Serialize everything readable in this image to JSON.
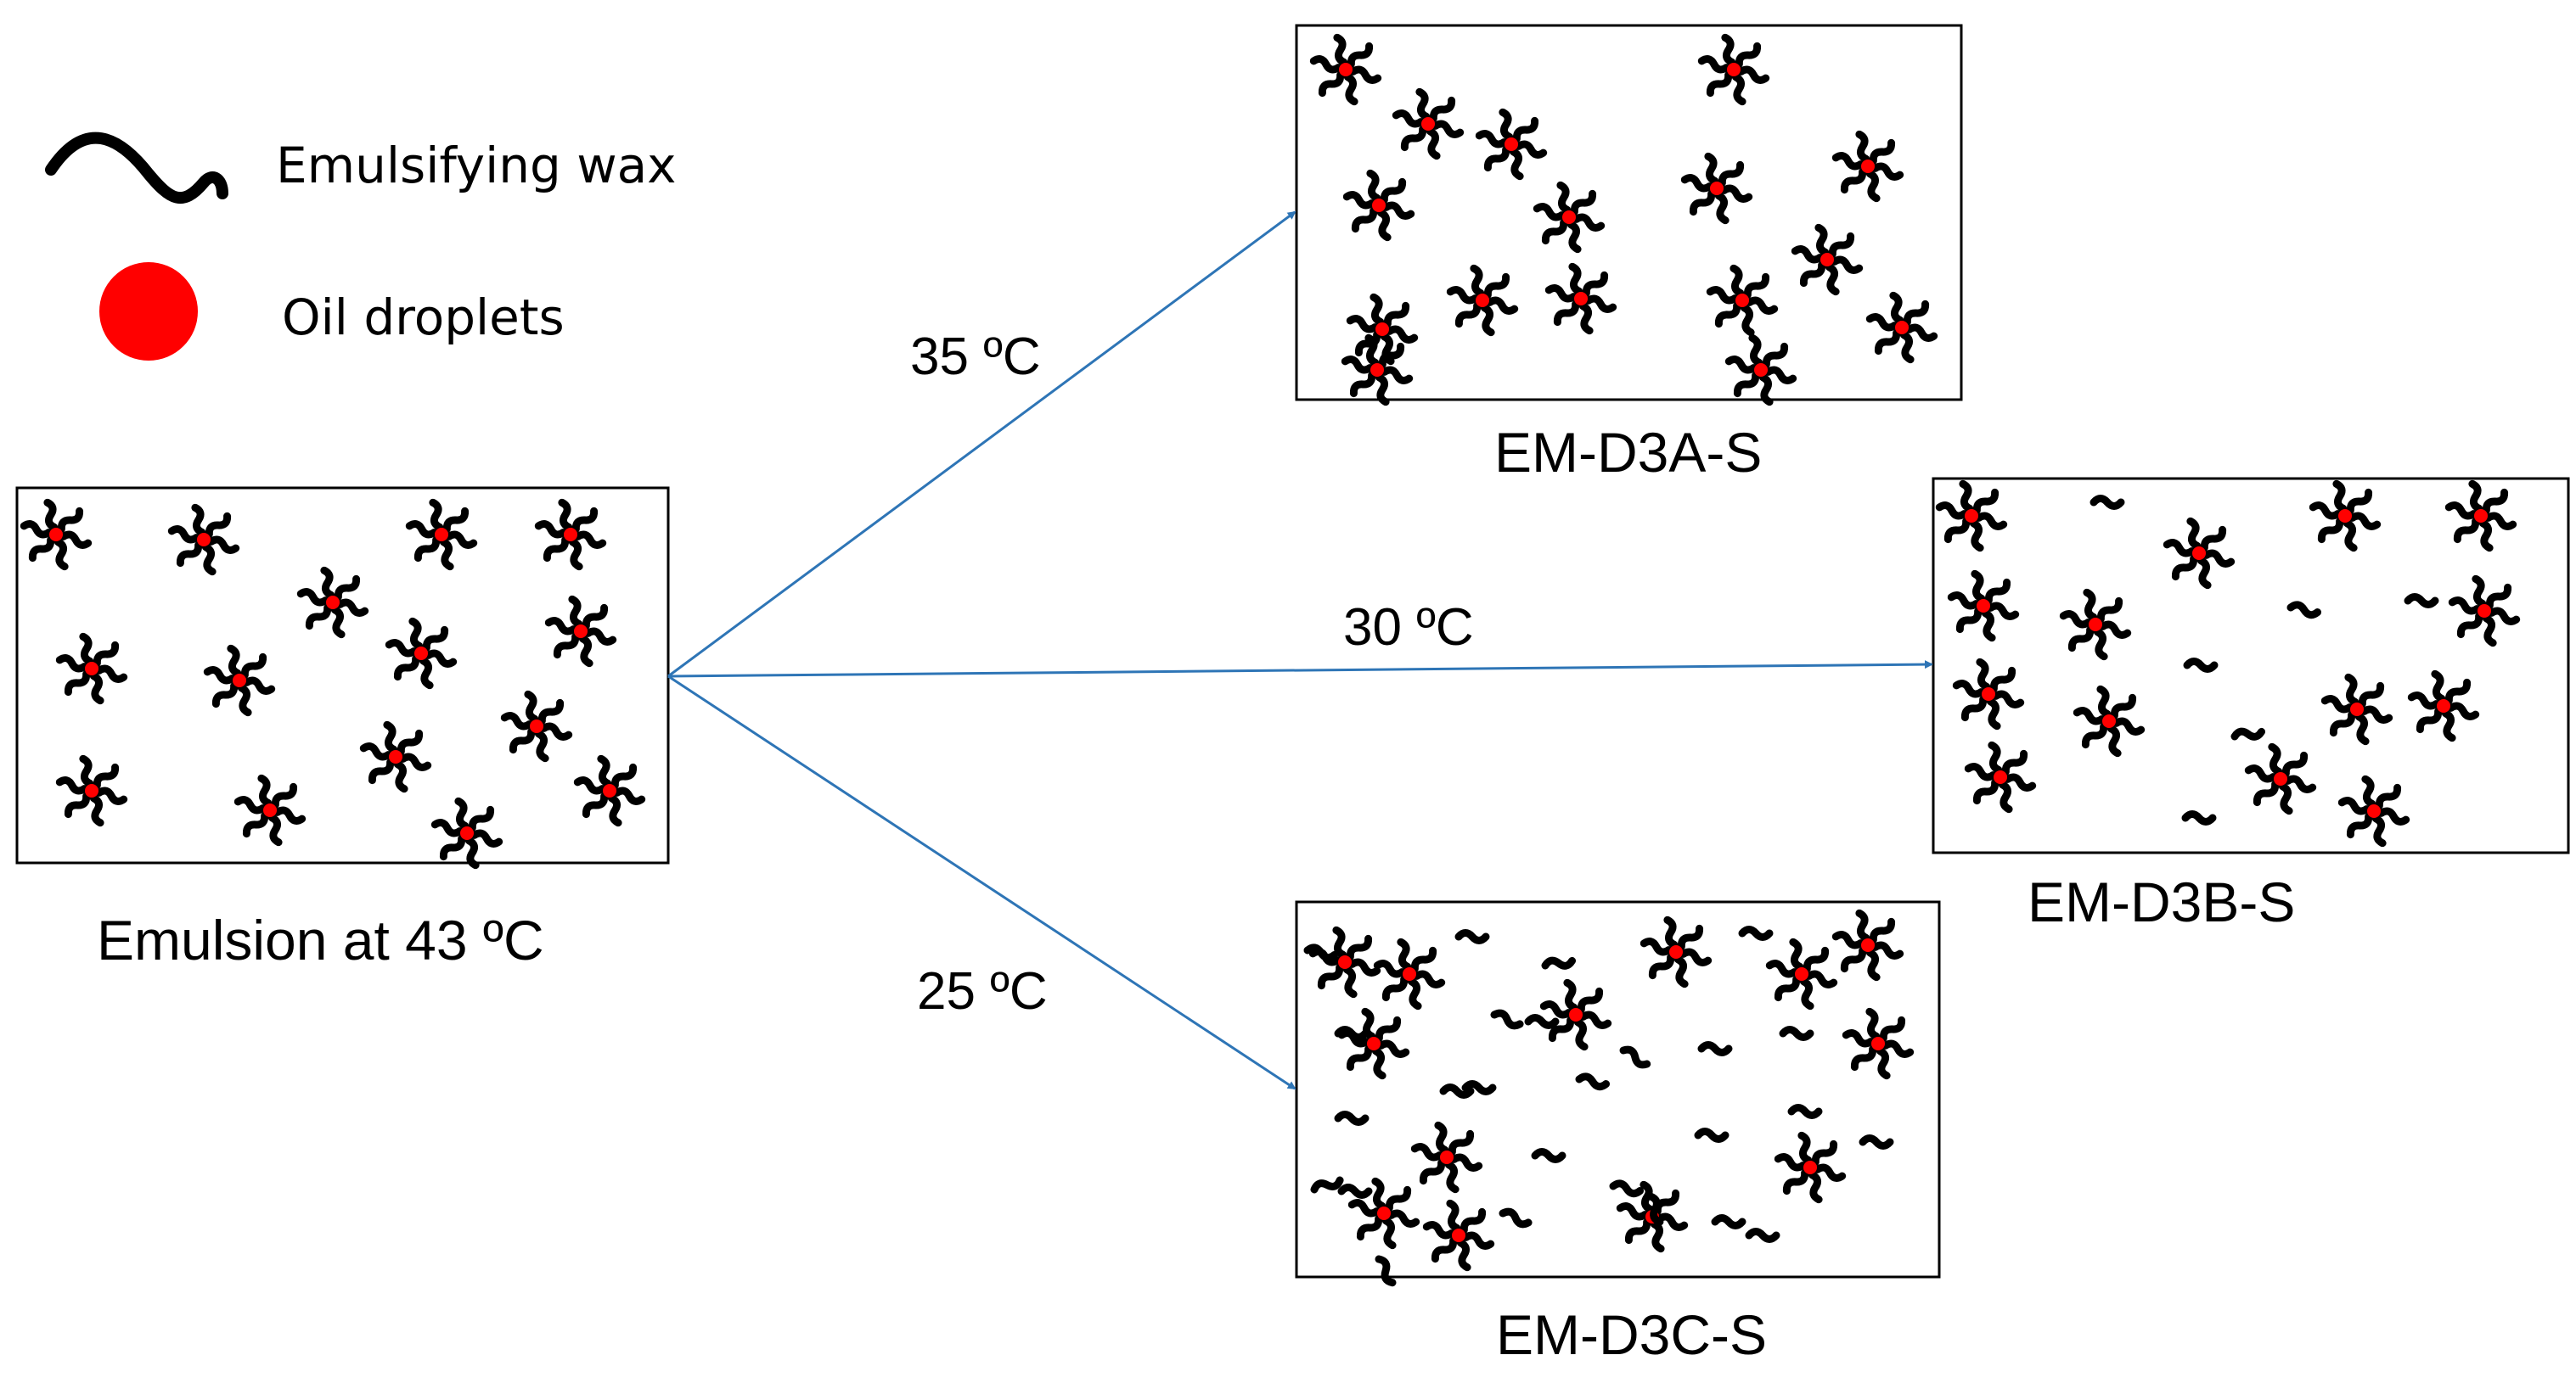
{
  "legend": {
    "wax_label": "Emulsifying wax",
    "oil_label": "Oil droplets"
  },
  "colors": {
    "droplet": "#ff0000",
    "wax": "#000000",
    "arrow": "#2e75b6",
    "box_border": "#000000"
  },
  "start": {
    "label": "Emulsion at 43 ºC",
    "micelles": 15,
    "free_wax": 0
  },
  "transitions": [
    {
      "temp_label": "35 ºC",
      "target_label": "EM-D3A-S",
      "micelles": 16,
      "free_wax": 0
    },
    {
      "temp_label": "30 ºC",
      "target_label": "EM-D3B-S",
      "micelles": 14,
      "free_wax": 6
    },
    {
      "temp_label": "25 ºC",
      "target_label": "EM-D3C-S",
      "micelles": 13,
      "free_wax": 26
    }
  ]
}
